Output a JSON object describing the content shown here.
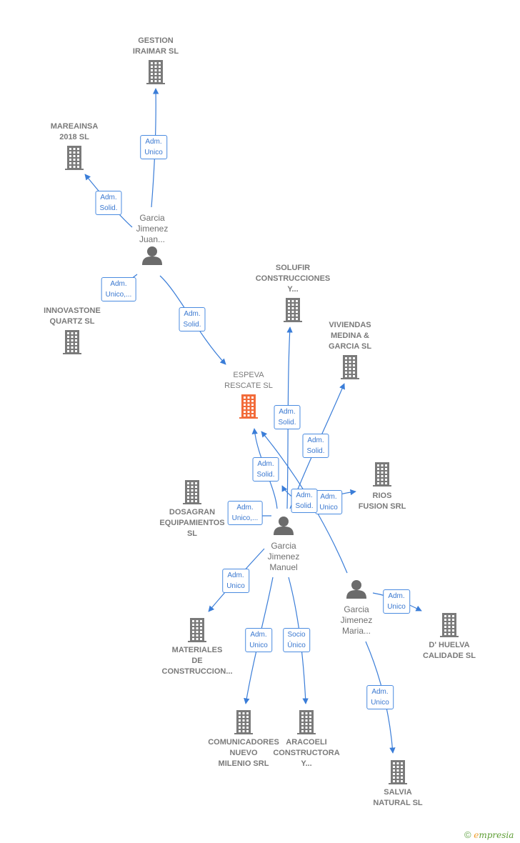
{
  "colors": {
    "edge": "#3a7dd8",
    "company": "#7a7a7a",
    "focus": "#f26b3a",
    "person": "#6b6b6b"
  },
  "footer": {
    "symbol": "©",
    "brand_first": "e",
    "brand_rest": "mpresia"
  },
  "nodes": [
    {
      "id": "gestion",
      "type": "company",
      "label": "GESTION\nIRAIMAR SL"
    },
    {
      "id": "mareainsa",
      "type": "company",
      "label": "MAREAINSA\n2018  SL"
    },
    {
      "id": "innovastone",
      "type": "company",
      "label": "INNOVASTONE\nQUARTZ  SL"
    },
    {
      "id": "solufir",
      "type": "company",
      "label": "SOLUFIR\nCONSTRUCCIONES\nY..."
    },
    {
      "id": "viviendas",
      "type": "company",
      "label": "VIVIENDAS\nMEDINA &\nGARCIA  SL"
    },
    {
      "id": "espeva",
      "type": "focus",
      "label": "ESPEVA\nRESCATE  SL"
    },
    {
      "id": "rios",
      "type": "company",
      "label": "RIOS\nFUSION SRL"
    },
    {
      "id": "dosagran",
      "type": "company",
      "label": "DOSAGRAN\nEQUIPAMIENTOS\nSL"
    },
    {
      "id": "materiales",
      "type": "company",
      "label": "MATERIALES\nDE\nCONSTRUCCION..."
    },
    {
      "id": "dhuelva",
      "type": "company",
      "label": "D' HUELVA\nCALIDADE SL"
    },
    {
      "id": "comunicadores",
      "type": "company",
      "label": "COMUNICADORES\nNUEVO\nMILENIO SRL"
    },
    {
      "id": "aracoeli",
      "type": "company",
      "label": "ARACOELI\nCONSTRUCTORA\nY..."
    },
    {
      "id": "salvia",
      "type": "company",
      "label": "SALVIA\nNATURAL  SL"
    },
    {
      "id": "juan",
      "type": "person",
      "label": "Garcia\nJimenez\nJuan..."
    },
    {
      "id": "manuel",
      "type": "person",
      "label": "Garcia\nJimenez\nManuel"
    },
    {
      "id": "maria",
      "type": "person",
      "label": "Garcia\nJimenez\nMaria..."
    }
  ],
  "edges": [
    {
      "id": "e1",
      "label": "Adm.\nUnico"
    },
    {
      "id": "e2",
      "label": "Adm.\nSolid."
    },
    {
      "id": "e3",
      "label": "Adm.\nUnico,..."
    },
    {
      "id": "e4",
      "label": "Adm.\nSolid."
    },
    {
      "id": "e5",
      "label": "Adm.\nSolid."
    },
    {
      "id": "e6",
      "label": "Adm.\nSolid."
    },
    {
      "id": "e7",
      "label": "Adm.\nSolid."
    },
    {
      "id": "e8",
      "label": "Adm.\nUnico"
    },
    {
      "id": "e9",
      "label": "Adm.\nSolid."
    },
    {
      "id": "e10",
      "label": "Adm.\nUnico,..."
    },
    {
      "id": "e11",
      "label": "Adm.\nUnico"
    },
    {
      "id": "e12",
      "label": "Adm.\nUnico"
    },
    {
      "id": "e13",
      "label": "Socio\nÚnico"
    },
    {
      "id": "e14",
      "label": "Adm.\nUnico"
    },
    {
      "id": "e15",
      "label": "Adm.\nUnico"
    }
  ]
}
